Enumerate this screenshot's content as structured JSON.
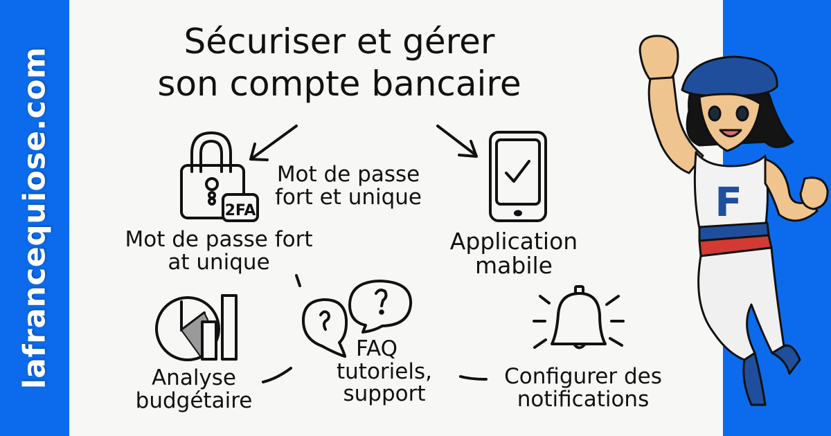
{
  "brand": {
    "site": "lafrancequiose.com"
  },
  "diagram": {
    "title_line1": "Sécuriser et gérer",
    "title_line2": "son compte bancaire",
    "nodes": [
      {
        "id": "password",
        "icon": "padlock-2fa-icon",
        "badge": "2FA",
        "label_line1": "Mot de passe",
        "label_line2": "fort et unique"
      },
      {
        "id": "password-dup",
        "label_line1": "Mot de passe fort",
        "label_line2": "at unique"
      },
      {
        "id": "mobile-app",
        "icon": "smartphone-check-icon",
        "label_line1": "Application",
        "label_line2": "mabile"
      },
      {
        "id": "budget",
        "icon": "pie-bar-chart-icon",
        "label_line1": "Analyse",
        "label_line2": "budgétaire"
      },
      {
        "id": "faq",
        "icon": "question-bubbles-icon",
        "label_line1": "FAQ",
        "label_line2": "tutoriels,",
        "label_line3": "support"
      },
      {
        "id": "notifications",
        "icon": "ringing-bell-icon",
        "label_line1": "Configurer des",
        "label_line2": "notifications"
      }
    ]
  },
  "mascot": {
    "shirt_letter": "F"
  },
  "colors": {
    "brand_blue": "#0b6bec",
    "ink": "#111111",
    "paper": "#f7f7f6",
    "beret_blue": "#1f4f9c",
    "stripe_red": "#d23a33"
  }
}
